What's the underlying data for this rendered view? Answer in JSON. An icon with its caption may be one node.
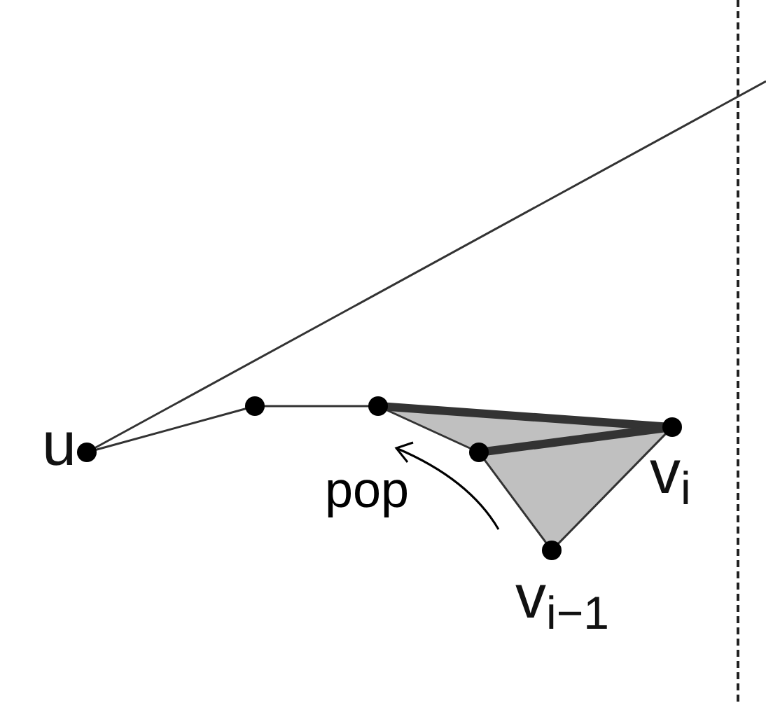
{
  "diagram": {
    "nodes": [
      {
        "text": [],
        "shape": "circle",
        "beside": [
          "u"
        ]
      },
      {
        "text": [],
        "shape": "circle"
      },
      {
        "text": [],
        "shape": "circle"
      },
      {
        "text": [],
        "shape": "circle"
      },
      {
        "text": [],
        "shape": "circle",
        "beside": [
          "v$_{i}$"
        ]
      },
      {
        "text": [],
        "shape": "circle",
        "beside": [
          "v$_{i−1}$"
        ]
      }
    ],
    "edges": [
      {
        "from": 0,
        "to": null,
        "arrow": "none"
      },
      {
        "from": 0,
        "to": 1,
        "arrow": "none"
      },
      {
        "from": 1,
        "to": 2,
        "arrow": "none"
      },
      {
        "from": 2,
        "to": 4,
        "arrow": "none",
        "style": "thick"
      },
      {
        "from": 2,
        "to": 3,
        "arrow": "none"
      },
      {
        "from": 3,
        "to": 4,
        "arrow": "none",
        "style": "thick"
      },
      {
        "from": 3,
        "to": 5,
        "arrow": "none"
      },
      {
        "from": 5,
        "to": 4,
        "arrow": "none"
      }
    ],
    "labels": [
      "pop"
    ]
  }
}
